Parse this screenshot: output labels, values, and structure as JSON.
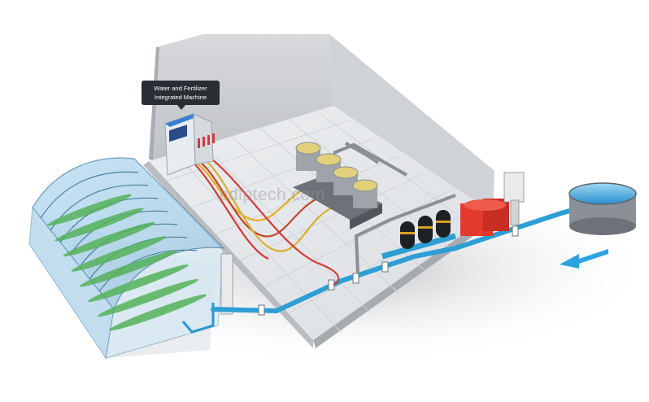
{
  "callout": {
    "line1": "Water and Fertilizer",
    "line2": "Integrated Machine"
  },
  "watermark": "cdlptech.com",
  "colors": {
    "floor": "#e4e7ea",
    "wall": "#c9ccd0",
    "water_pipe": "#3aa7d6",
    "red_pipe": "#d23a3a",
    "yellow_pipe": "#e0b020",
    "greenhouse_glass": "#8fc6e6",
    "plants": "#4caf50",
    "filter_tanks": "#222222",
    "red_tank": "#e03a2e",
    "flow_arrow": "#2aa4e0"
  },
  "icons": [
    "flow-arrow-icon"
  ]
}
